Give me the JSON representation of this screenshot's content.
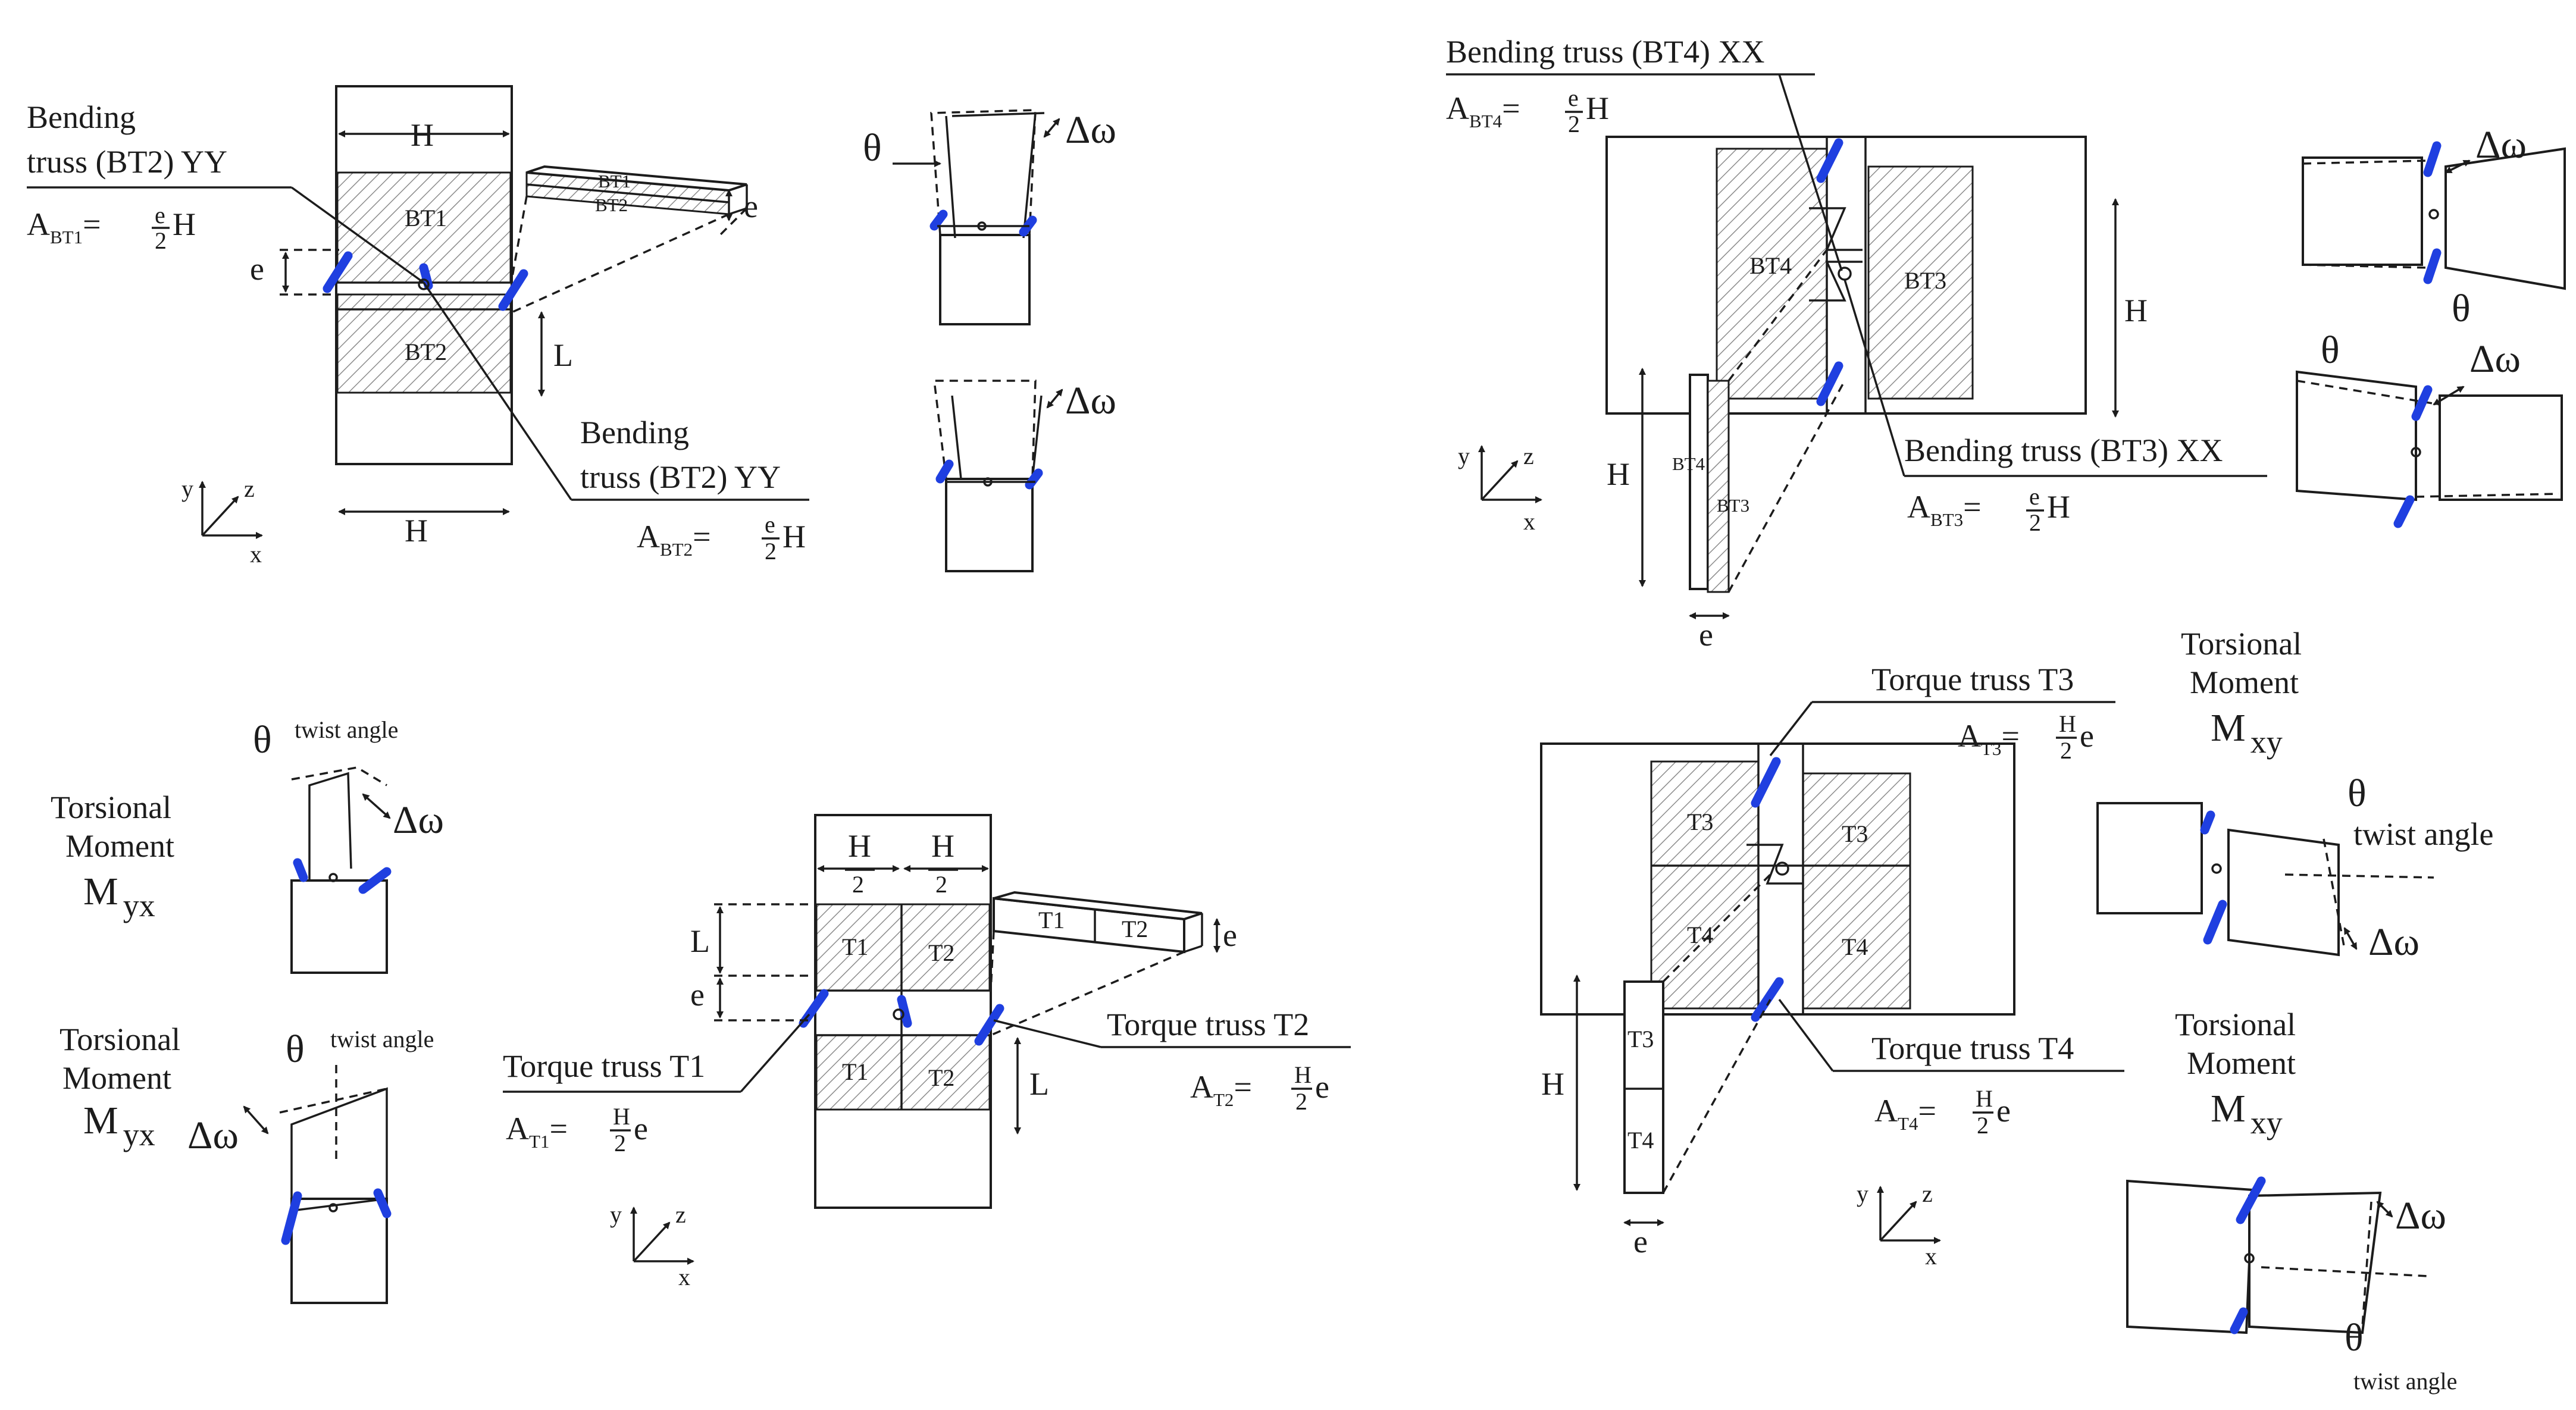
{
  "colors": {
    "truss": "#1f3fe0",
    "line": "#1c1c1c",
    "hatch": "#8c8c8c"
  },
  "bending_yy": {
    "label_bt2_top_line1": "Bending",
    "label_bt2_top_line2": "truss (BT2) YY",
    "area_bt1": "A",
    "area_bt1_sub": "BT1",
    "area_bt1_eq": "=",
    "area_bt1_num": "e",
    "area_bt1_den": "2",
    "area_bt1_tail": "H",
    "dim_H_top": "H",
    "dim_H_bottom": "H",
    "dim_e": "e",
    "dim_e_strip": "e",
    "dim_L": "L",
    "panel_bt1": "BT1",
    "panel_bt2": "BT2",
    "strip_bt1": "BT1",
    "strip_bt2": "BT2",
    "label_bt2_bottom_line1": "Bending",
    "label_bt2_bottom_line2": "truss (BT2) YY",
    "area_bt2": "A",
    "area_bt2_sub": "BT2",
    "area_bt2_eq": "=",
    "area_bt2_num": "e",
    "area_bt2_den": "2",
    "area_bt2_tail": "H",
    "axis_x": "x",
    "axis_y": "y",
    "axis_z": "z",
    "theta": "θ",
    "delta_omega_1": "Δω",
    "delta_omega_2": "Δω"
  },
  "bending_xx": {
    "label_bt4": "Bending truss (BT4) XX",
    "area_bt4": "A",
    "area_bt4_sub": "BT4",
    "area_bt4_eq": "=",
    "area_bt4_num": "e",
    "area_bt4_den": "2",
    "area_bt4_tail": "H",
    "panel_bt4": "BT4",
    "panel_bt3": "BT3",
    "dim_H_right": "H",
    "dim_H_left": "H",
    "strip_bt4": "BT4",
    "strip_bt3": "BT3",
    "dim_e": "e",
    "label_bt3": "Bending truss (BT3) XX",
    "area_bt3": "A",
    "area_bt3_sub": "BT3",
    "area_bt3_eq": "=",
    "area_bt3_num": "e",
    "area_bt3_den": "2",
    "area_bt3_tail": "H",
    "axis_x": "x",
    "axis_y": "y",
    "axis_z": "z",
    "delta_omega_1": "Δω",
    "theta_1": "θ",
    "theta_2": "θ",
    "delta_omega_2": "Δω"
  },
  "torsion_yx": {
    "theta_1": "θ",
    "twist_angle_1": "twist angle",
    "delta_omega_1": "Δω",
    "torsional_1": "Torsional",
    "moment_1": "Moment",
    "m_1": "M",
    "m_1_sub": "yx",
    "torsional_2": "Torsional",
    "moment_2": "Moment",
    "m_2": "M",
    "m_2_sub": "yx",
    "delta_omega_2": "Δω",
    "theta_2": "θ",
    "twist_angle_2": "twist angle",
    "dim_H2_left_num": "H",
    "dim_H2_left_den": "2",
    "dim_H2_right_num": "H",
    "dim_H2_right_den": "2",
    "dim_L_top": "L",
    "dim_e_left": "e",
    "dim_L_bottom": "L",
    "dim_e_strip": "e",
    "panel_t1_top": "T1",
    "panel_t2_top": "T2",
    "panel_t1_bot": "T1",
    "panel_t2_bot": "T2",
    "strip_t1": "T1",
    "strip_t2": "T2",
    "label_t1": "Torque truss T1",
    "area_t1": "A",
    "area_t1_sub": "T1",
    "area_t1_eq": "=",
    "area_t1_num": "H",
    "area_t1_den": "2",
    "area_t1_tail": "e",
    "label_t2": "Torque truss T2",
    "area_t2": "A",
    "area_t2_sub": "T2",
    "area_t2_eq": "=",
    "area_t2_num": "H",
    "area_t2_den": "2",
    "area_t2_tail": "e",
    "axis_x": "x",
    "axis_y": "y",
    "axis_z": "z"
  },
  "torsion_xy": {
    "label_t3": "Torque truss T3",
    "area_t3": "A",
    "area_t3_sub": "T3",
    "area_t3_eq": "=",
    "area_t3_num": "H",
    "area_t3_den": "2",
    "area_t3_tail": "e",
    "panel_t3_left": "T3",
    "panel_t3_right": "T3",
    "panel_t4_left": "T4",
    "panel_t4_right": "T4",
    "label_t4": "Torque truss T4",
    "area_t4": "A",
    "area_t4_sub": "T4",
    "area_t4_eq": "=",
    "area_t4_num": "H",
    "area_t4_den": "2",
    "area_t4_tail": "e",
    "dim_H": "H",
    "strip_t3": "T3",
    "strip_t4": "T4",
    "dim_e": "e",
    "axis_x": "x",
    "axis_y": "y",
    "axis_z": "z",
    "torsional_1": "Torsional",
    "moment_1": "Moment",
    "m_1": "M",
    "m_1_sub": "xy",
    "theta_1": "θ",
    "twist_angle_1": "twist angle",
    "delta_omega_1": "Δω",
    "torsional_2": "Torsional",
    "moment_2": "Moment",
    "m_2": "M",
    "m_2_sub": "xy",
    "delta_omega_2": "Δω",
    "theta_2": "θ",
    "twist_angle_2": "twist angle"
  }
}
